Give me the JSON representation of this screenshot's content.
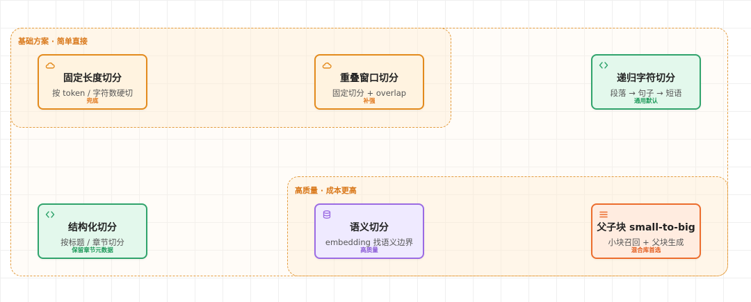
{
  "groups": {
    "top": {
      "title": "基础方案 · 简单直接"
    },
    "bottom": {
      "title": "高质量 · 成本更高"
    }
  },
  "cards": [
    {
      "id": "fixed",
      "title": "固定长度切分",
      "sub": "按 token / 字符数硬切",
      "tag": "兜底",
      "icon": "cloud-icon"
    },
    {
      "id": "overlap",
      "title": "重叠窗口切分",
      "sub": "固定切分 + overlap",
      "tag": "补强",
      "icon": "cloud-icon"
    },
    {
      "id": "recursive",
      "title": "递归字符切分",
      "sub": "段落 → 句子 → 短语",
      "tag": "通用默认",
      "icon": "code-icon"
    },
    {
      "id": "structural",
      "title": "结构化切分",
      "sub": "按标题 / 章节切分",
      "tag": "保留章节元数据",
      "icon": "code-icon"
    },
    {
      "id": "semantic",
      "title": "语义切分",
      "sub": "embedding 找语义边界",
      "tag": "高质量",
      "icon": "database-icon"
    },
    {
      "id": "parentchild",
      "title": "父子块 small-to-big",
      "sub": "小块召回 + 父块生成",
      "tag": "混合库首选",
      "icon": "menu-icon"
    }
  ],
  "colors": {
    "orange": "#e38a1c",
    "green": "#2fa36b",
    "purple": "#9b6ae3",
    "deep_orange": "#ec6c2c",
    "dash": "#e39a3b"
  }
}
